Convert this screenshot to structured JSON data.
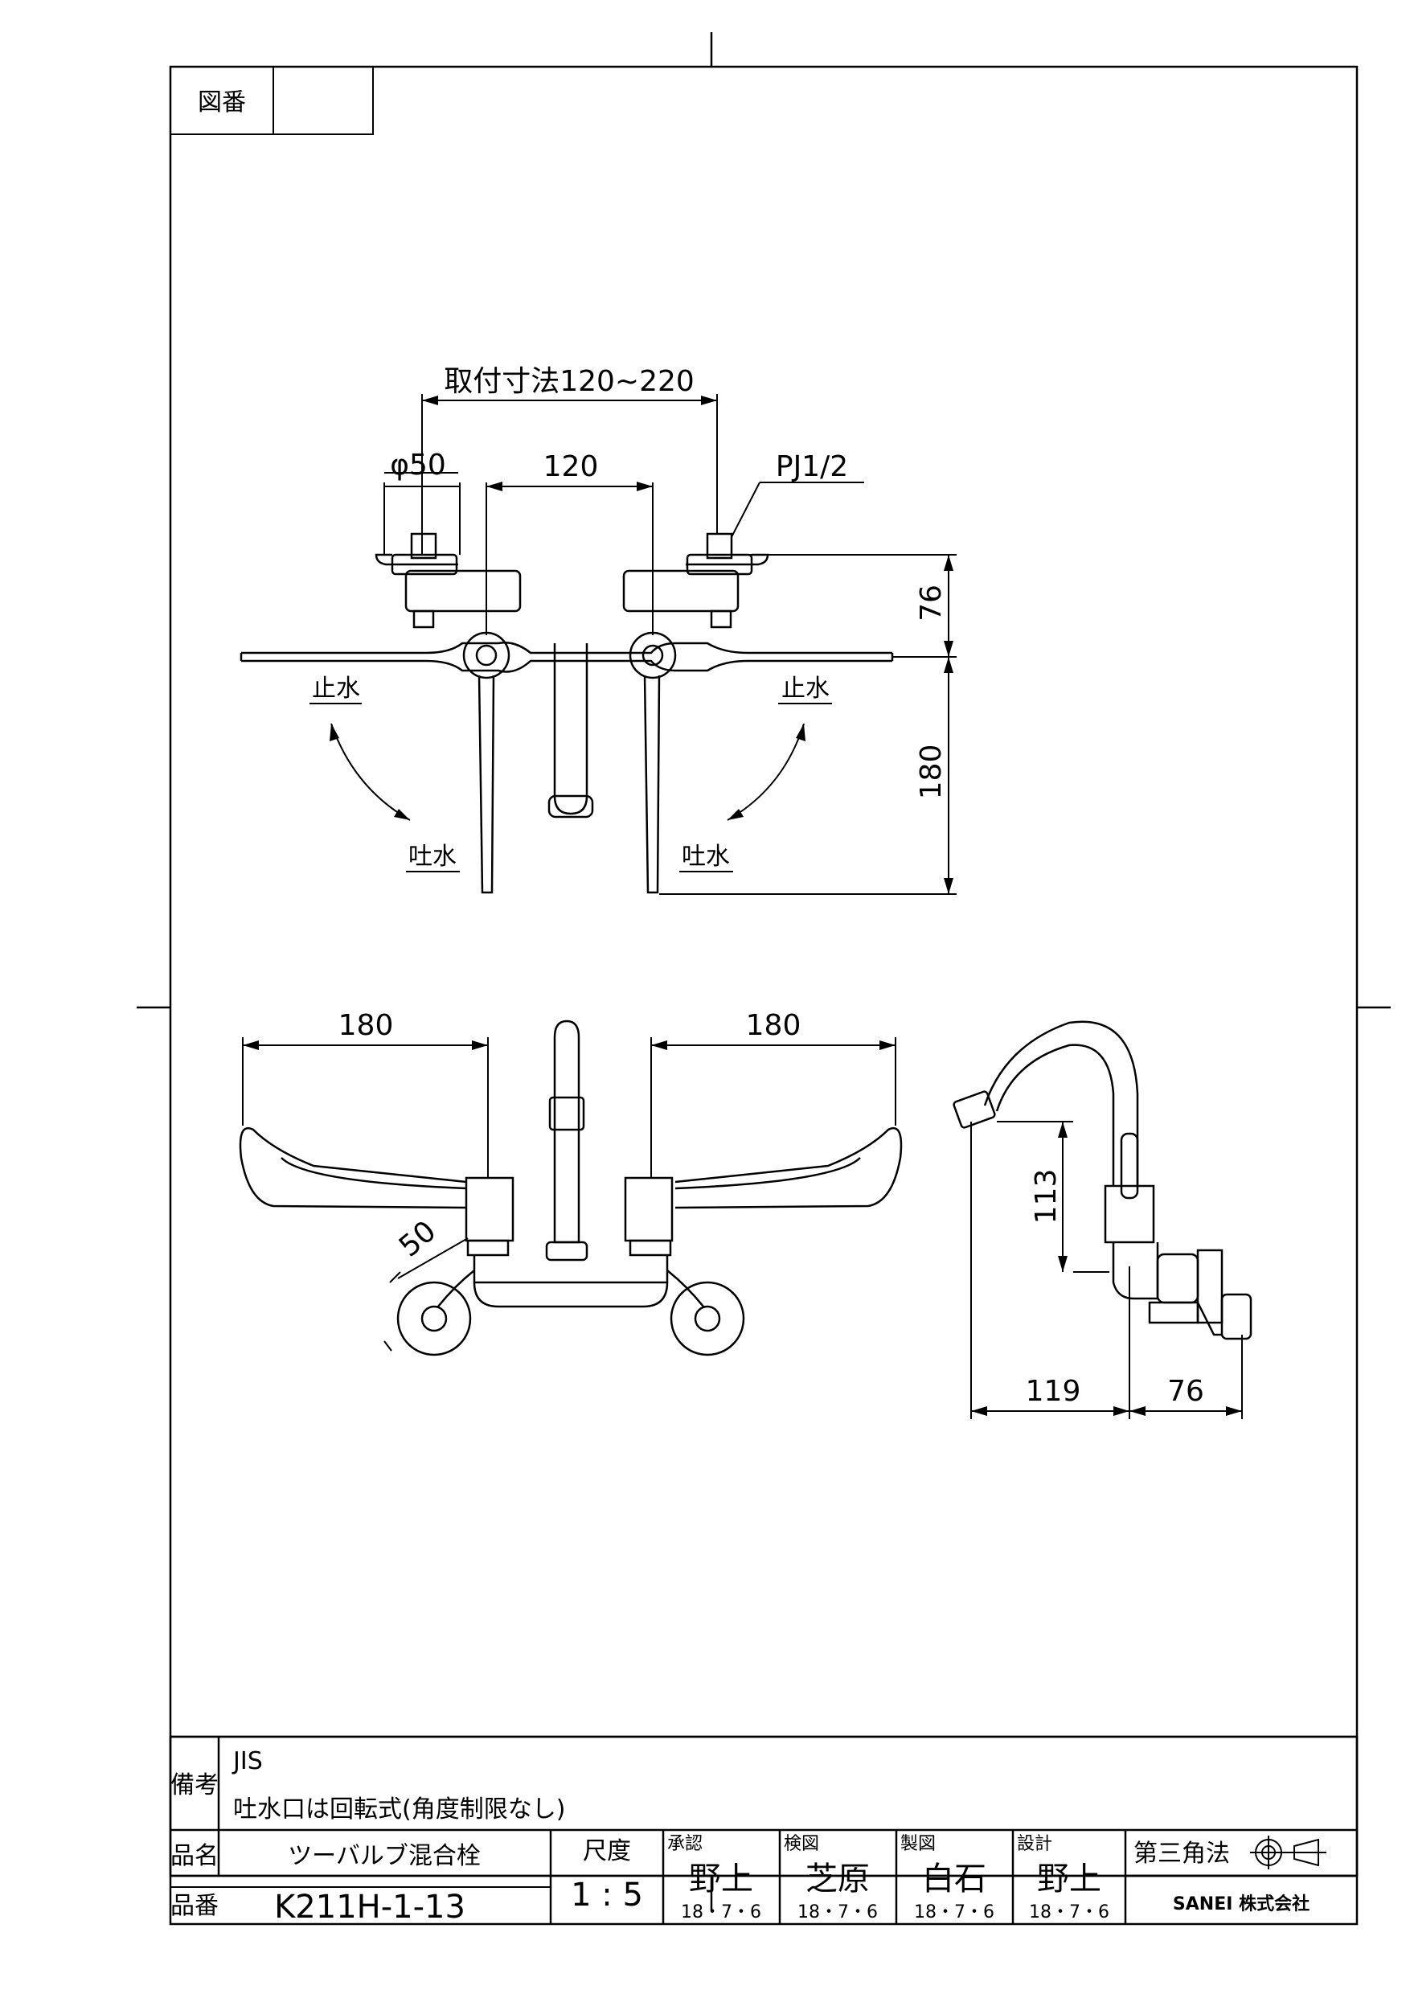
{
  "header": {
    "drawing_no_label": "図番",
    "drawing_no_value": ""
  },
  "top_view": {
    "dim_mount": "取付寸法120~220",
    "dim_phi": "φ50",
    "dim_center": "120",
    "dim_thread": "PJ1/2",
    "dim_height_top": "76",
    "dim_height_down": "180",
    "stop_left": "止水",
    "stop_right": "止水",
    "spout_left": "吐水",
    "spout_right": "吐水"
  },
  "front_view": {
    "dim_left": "180",
    "dim_right": "180",
    "dim_diag": "50"
  },
  "side_view": {
    "dim_height": "113",
    "dim_reach": "119",
    "dim_depth": "76"
  },
  "title_block": {
    "remarks_label": "備考",
    "remarks_line1": "JIS",
    "remarks_line2": "吐水口は回転式(角度制限なし)",
    "name_label": "品名",
    "name_value": "ツーバルブ混合栓",
    "number_label": "品番",
    "number_value": "K211H-1-13",
    "scale_label": "尺度",
    "scale_value": "1 : 5",
    "approved_label": "承認",
    "approved_name": "野上",
    "approved_date": "18・7・6",
    "checked_label": "検図",
    "checked_name": "芝原",
    "checked_date": "18・7・6",
    "drawn_label": "製図",
    "drawn_name": "白石",
    "drawn_date": "18・7・6",
    "designed_label": "設計",
    "designed_name": "野上",
    "designed_date": "18・7・6",
    "projection_label": "第三角法",
    "company": "SANEI 株式会社"
  }
}
